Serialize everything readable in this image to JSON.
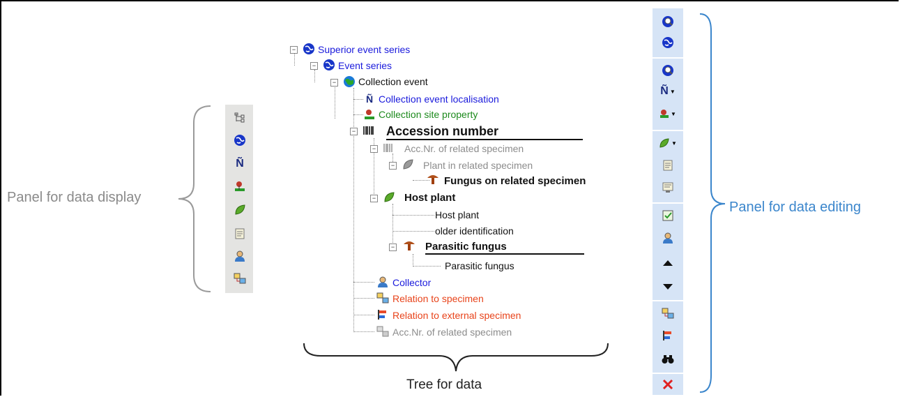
{
  "labels": {
    "display_panel": "Panel for data display",
    "edit_panel": "Panel for data editing",
    "tree": "Tree for data"
  },
  "tree": {
    "superior_event_series": "Superior event series",
    "event_series": "Event series",
    "collection_event": "Collection event",
    "collection_event_localisation": "Collection event localisation",
    "collection_site_property": "Collection site property",
    "accession_number": "Accession number",
    "acc_related_specimen": "Acc.Nr. of related specimen",
    "plant_in_related": "Plant in related specimen",
    "fungus_on_related": "Fungus on related specimen",
    "host_plant": "Host plant",
    "host_plant_child": "Host plant",
    "older_identification": "older identification",
    "parasitic_fungus": "Parasitic fungus",
    "parasitic_fungus_child": "Parasitic fungus",
    "collector": "Collector",
    "relation_to_specimen": "Relation to specimen",
    "relation_to_external": "Relation to external specimen",
    "acc_related_specimen_2": "Acc.Nr. of related specimen"
  },
  "colors": {
    "brace_gray": "#9a9a9a",
    "brace_blue": "#3b86cc",
    "panel_blue": "#d6e4f6",
    "panel_gray": "#e4e4e2"
  }
}
